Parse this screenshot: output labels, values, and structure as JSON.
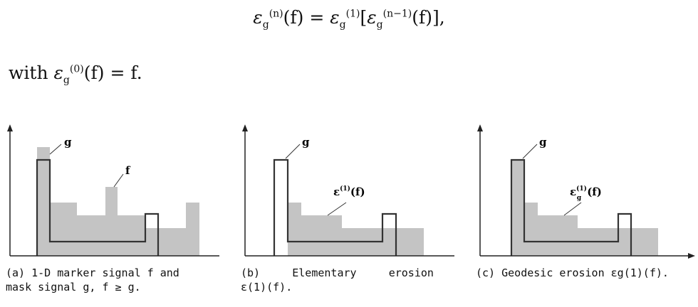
{
  "equation": {
    "main_lhs": "ε",
    "main_lhs_sub": "g",
    "main_lhs_sup": "(n)",
    "main_lhs_arg": "(f) = ",
    "main_rhs": "ε",
    "main_rhs_sub": "g",
    "main_rhs_sup": "(1)",
    "main_rhs_arg_open": "[",
    "inner": "ε",
    "inner_sub": "g",
    "inner_sup": "(n−1)",
    "inner_arg": "(f)],",
    "with_word": "with ",
    "with_eps": "ε",
    "with_sub": "g",
    "with_sup": "(0)",
    "with_rest": "(f) = f."
  },
  "figures": [
    {
      "label_g": "g",
      "label_f": "f",
      "caption_line1": "(a) 1-D marker signal f and",
      "caption_line2": "mask signal g, f ≥ g."
    },
    {
      "label_g": "g",
      "label_eps": "ε",
      "label_eps_sup": "(1)",
      "label_eps_arg": "(f)",
      "caption_line1": "(b)     Elementary     erosion",
      "caption_line2": "ε(1)(f)."
    },
    {
      "label_g": "g",
      "label_eps": "ε",
      "label_eps_sub": "g",
      "label_eps_sup": "(1)",
      "label_eps_arg": "(f)",
      "caption_line1": "(c) Geodesic erosion εg(1)(f)."
    }
  ],
  "colors": {
    "fill": "#c4c4c4",
    "stroke": "#333333",
    "axis": "#222222"
  }
}
